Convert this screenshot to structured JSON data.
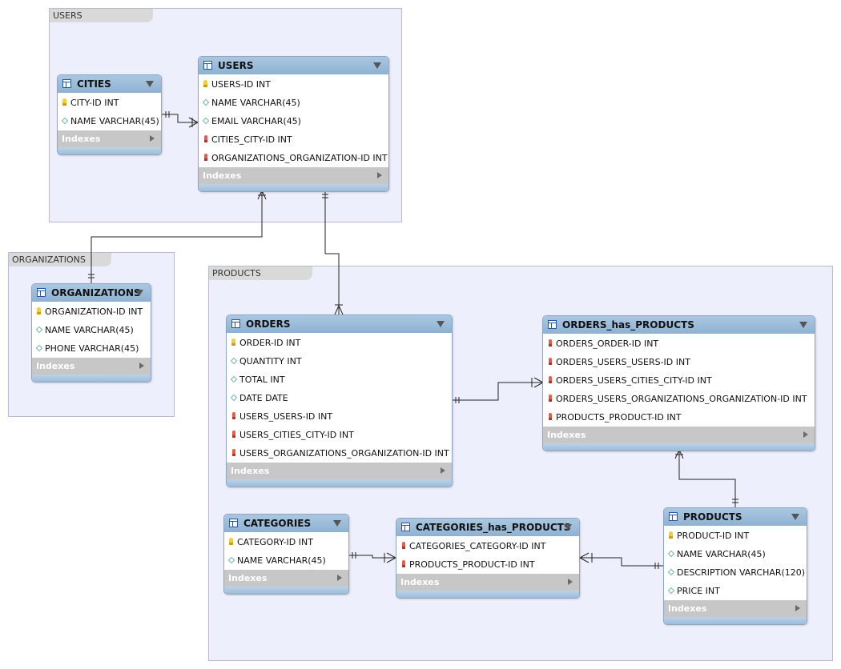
{
  "indexes_label": "Indexes",
  "layers": {
    "users": "USERS",
    "organizations": "ORGANIZATIONS",
    "products": "PRODUCTS"
  },
  "tables": {
    "cities": {
      "name": "CITIES",
      "columns": [
        {
          "key": "pk",
          "text": "CITY-ID INT"
        },
        {
          "key": "col",
          "text": "NAME VARCHAR(45)"
        }
      ]
    },
    "users": {
      "name": "USERS",
      "columns": [
        {
          "key": "pk",
          "text": "USERS-ID INT"
        },
        {
          "key": "col",
          "text": "NAME VARCHAR(45)"
        },
        {
          "key": "col",
          "text": "EMAIL VARCHAR(45)"
        },
        {
          "key": "fk",
          "text": "CITIES_CITY-ID INT"
        },
        {
          "key": "fk",
          "text": "ORGANIZATIONS_ORGANIZATION-ID INT"
        }
      ]
    },
    "organizations": {
      "name": "ORGANIZATIONS",
      "columns": [
        {
          "key": "pk",
          "text": "ORGANIZATION-ID INT"
        },
        {
          "key": "col",
          "text": "NAME VARCHAR(45)"
        },
        {
          "key": "col",
          "text": "PHONE VARCHAR(45)"
        }
      ]
    },
    "orders": {
      "name": "ORDERS",
      "columns": [
        {
          "key": "pk",
          "text": "ORDER-ID INT"
        },
        {
          "key": "col",
          "text": "QUANTITY INT"
        },
        {
          "key": "col",
          "text": "TOTAL INT"
        },
        {
          "key": "col",
          "text": "DATE DATE"
        },
        {
          "key": "fk",
          "text": "USERS_USERS-ID INT"
        },
        {
          "key": "fk",
          "text": "USERS_CITIES_CITY-ID INT"
        },
        {
          "key": "fk",
          "text": "USERS_ORGANIZATIONS_ORGANIZATION-ID INT"
        }
      ]
    },
    "orders_has_products": {
      "name": "ORDERS_has_PRODUCTS",
      "columns": [
        {
          "key": "fk",
          "text": "ORDERS_ORDER-ID INT"
        },
        {
          "key": "fk",
          "text": "ORDERS_USERS_USERS-ID INT"
        },
        {
          "key": "fk",
          "text": "ORDERS_USERS_CITIES_CITY-ID INT"
        },
        {
          "key": "fk",
          "text": "ORDERS_USERS_ORGANIZATIONS_ORGANIZATION-ID INT"
        },
        {
          "key": "fk",
          "text": "PRODUCTS_PRODUCT-ID INT"
        }
      ]
    },
    "categories": {
      "name": "CATEGORIES",
      "columns": [
        {
          "key": "pk",
          "text": "CATEGORY-ID INT"
        },
        {
          "key": "col",
          "text": "NAME VARCHAR(45)"
        }
      ]
    },
    "categories_has_products": {
      "name": "CATEGORIES_has_PRODUCTS",
      "columns": [
        {
          "key": "fk",
          "text": "CATEGORIES_CATEGORY-ID INT"
        },
        {
          "key": "fk",
          "text": "PRODUCTS_PRODUCT-ID INT"
        }
      ]
    },
    "products": {
      "name": "PRODUCTS",
      "columns": [
        {
          "key": "pk",
          "text": "PRODUCT-ID INT"
        },
        {
          "key": "col",
          "text": "NAME VARCHAR(45)"
        },
        {
          "key": "col",
          "text": "DESCRIPTION VARCHAR(120)"
        },
        {
          "key": "col",
          "text": "PRICE INT"
        }
      ]
    }
  },
  "relationships": [
    {
      "from": "users",
      "to": "cities",
      "type": "many-to-one"
    },
    {
      "from": "users",
      "to": "organizations",
      "type": "many-to-one"
    },
    {
      "from": "orders",
      "to": "users",
      "type": "many-to-one"
    },
    {
      "from": "orders_has_products",
      "to": "orders",
      "type": "many-to-one"
    },
    {
      "from": "orders_has_products",
      "to": "products",
      "type": "many-to-one"
    },
    {
      "from": "categories_has_products",
      "to": "categories",
      "type": "many-to-one"
    },
    {
      "from": "categories_has_products",
      "to": "products",
      "type": "many-to-one"
    }
  ]
}
